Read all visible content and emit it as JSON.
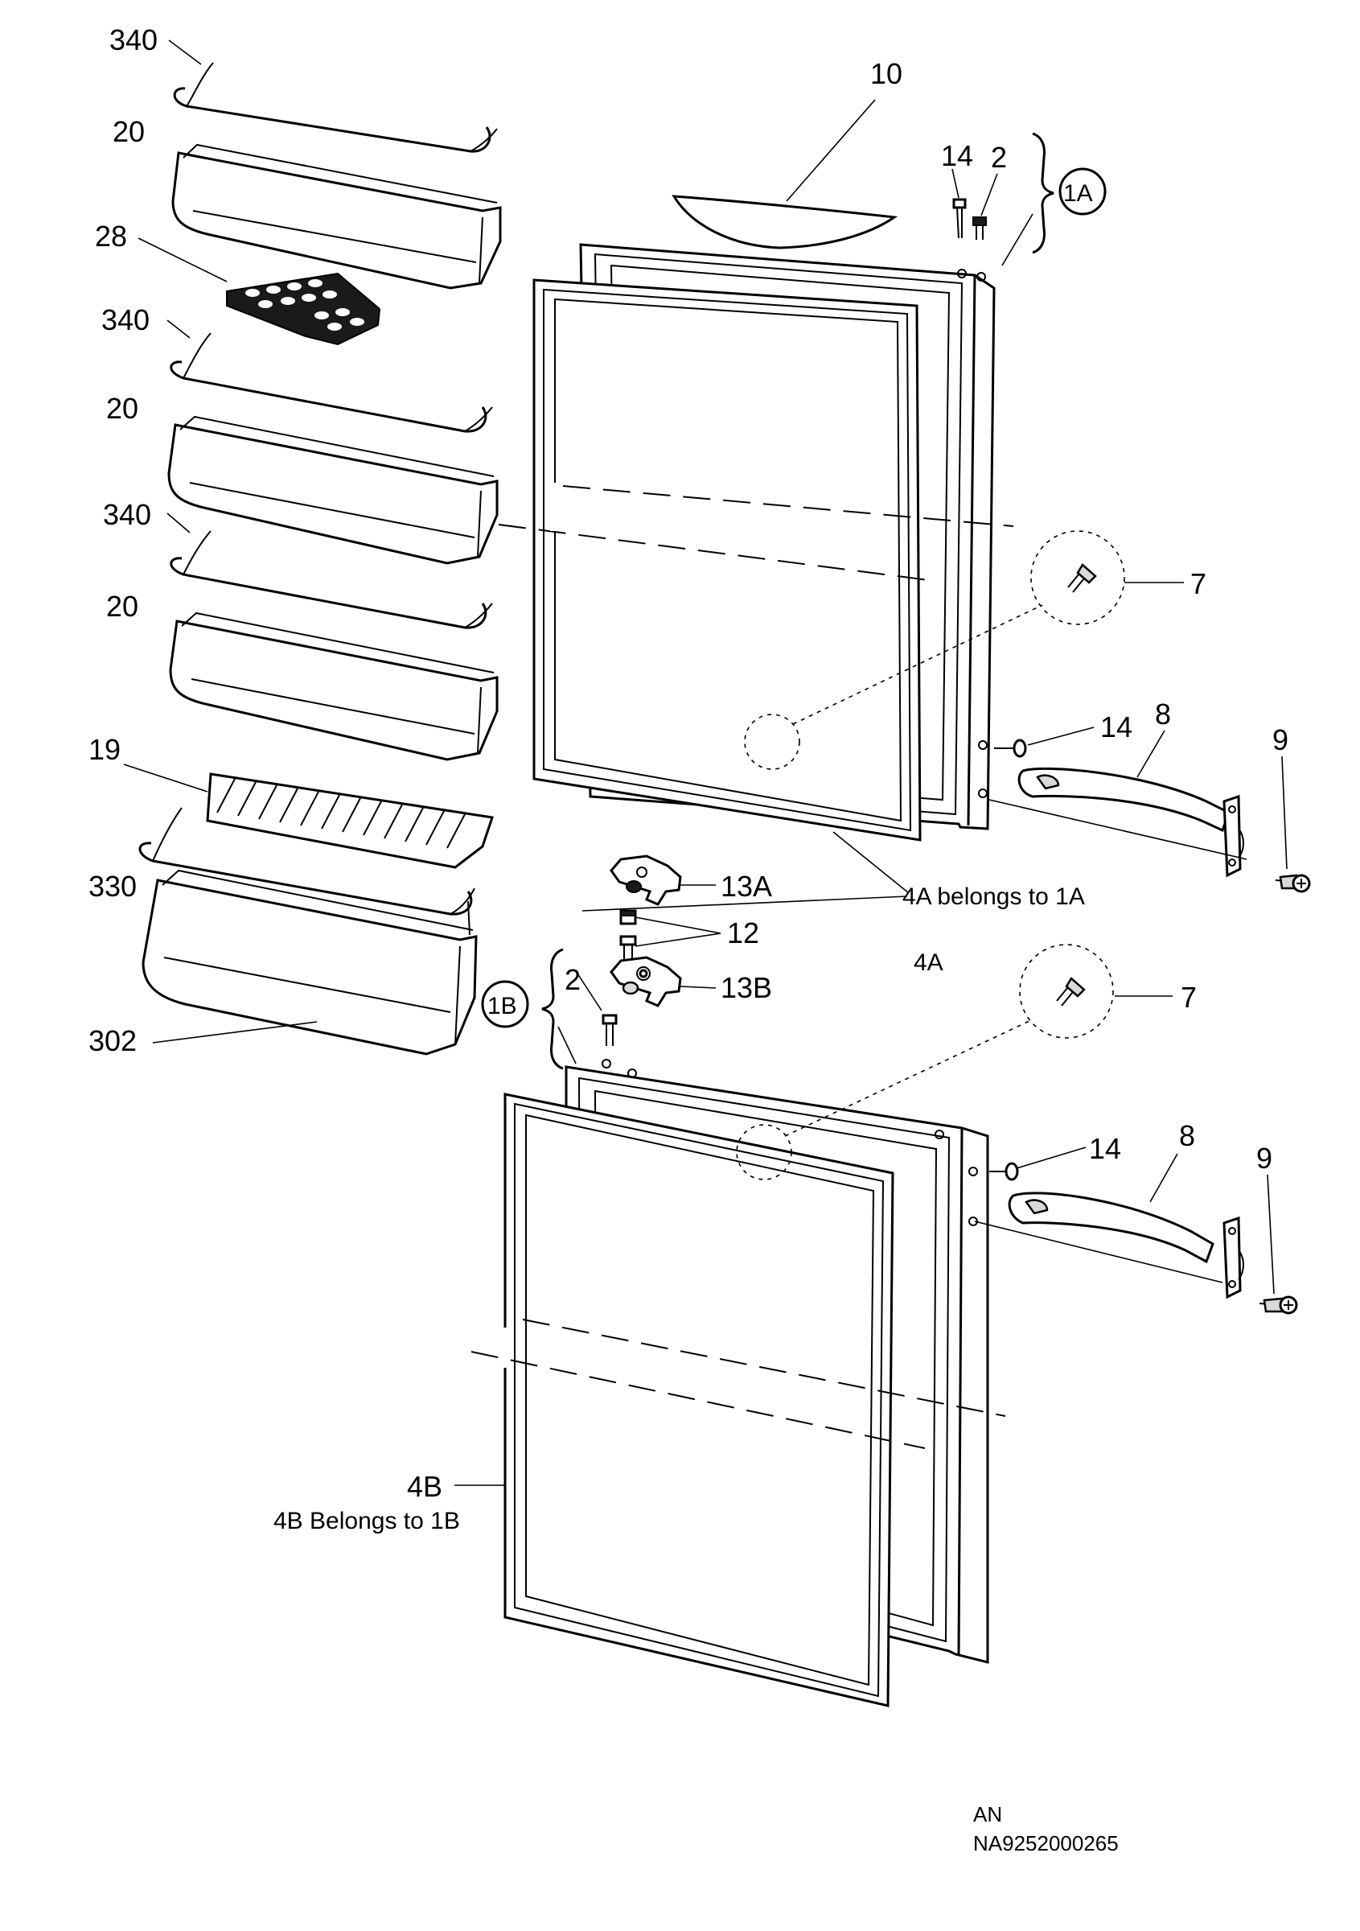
{
  "labels": {
    "rail_340_a": "340",
    "bin_20_a": "20",
    "egg_28": "28",
    "rail_340_b": "340",
    "bin_20_b": "20",
    "rail_340_c": "340",
    "bin_20_c": "20",
    "bottle_19": "19",
    "rail_330": "330",
    "bin_302": "302",
    "panel_10": "10",
    "pin_14_top": "14",
    "screw_2_top": "2",
    "group_1a": "1A",
    "screw_7_top": "7",
    "pin_14_mid": "14",
    "handle_8_top": "8",
    "screw_9_top": "9",
    "hinge_13a": "13A",
    "bush_12": "12",
    "hinge_13b": "13B",
    "group_1b": "1B",
    "screw_2_bottom": "2",
    "screw_7_bottom": "7",
    "pin_14_bottom": "14",
    "handle_8_bottom": "8",
    "screw_9_bottom": "9",
    "gasket_4a": "4A",
    "note_4a": "4A belongs to 1A",
    "gasket_4b": "4B",
    "note_4b": "4B  Belongs to 1B"
  },
  "footer": {
    "line1": "AN",
    "line2": "NA9252000265"
  }
}
